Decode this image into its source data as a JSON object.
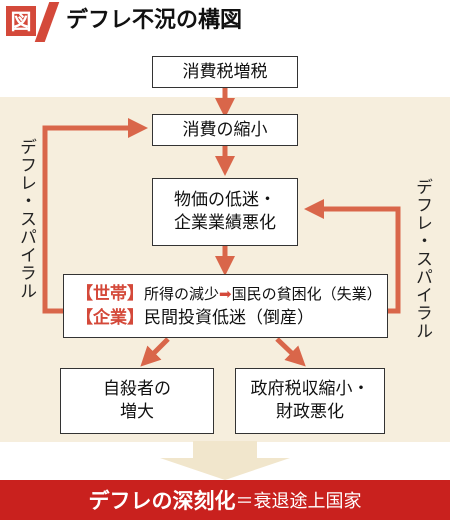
{
  "header": {
    "icon_label": "図",
    "title": "デフレ不況の構図"
  },
  "boxes": {
    "tax": "消費税増税",
    "consumption": "消費の縮小",
    "prices_line1": "物価の低迷・",
    "prices_line2": "企業業績悪化",
    "household_tag": "【世帯】",
    "household_text_a": "所得の減少",
    "household_arrow": "➡",
    "household_text_b": "国民の貧困化（失業）",
    "corporate_tag": "【企業】",
    "corporate_text": "民間投資低迷（倒産）",
    "suicide_line1": "自殺者の",
    "suicide_line2": "増大",
    "fiscal_line1": "政府税収縮小・",
    "fiscal_line2": "財政悪化"
  },
  "spiral_left": "デフレ・スパイラル",
  "spiral_right": "デフレ・スパイラル",
  "banner": {
    "main": "デフレの深刻化",
    "sub": "＝衰退途上国家"
  },
  "colors": {
    "accent_red": "#d4493a",
    "arrow_orange": "#d9664a",
    "panel_beige": "#f6eedd",
    "banner_red": "#c9211e"
  }
}
